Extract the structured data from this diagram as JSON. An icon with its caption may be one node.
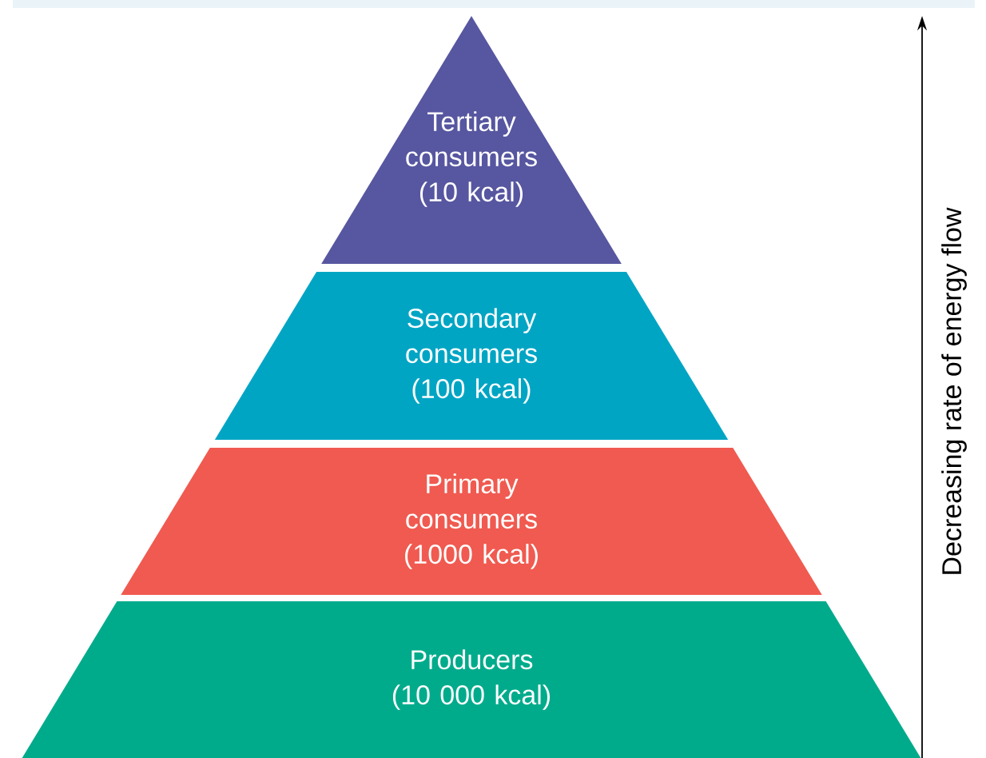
{
  "diagram": {
    "nodes": [
      {
        "text": [
          "Tertiary consumers",
          "(10 kcal)"
        ]
      },
      {
        "text": [
          "Secondary consumers",
          "(100 kcal)"
        ]
      },
      {
        "text": [
          "Primary consumers",
          "(1000 kcal)"
        ]
      },
      {
        "text": [
          "Producers",
          "(10 000 kcal)"
        ]
      }
    ],
    "labels": [
      "Decreasing rate of energy flow"
    ]
  }
}
